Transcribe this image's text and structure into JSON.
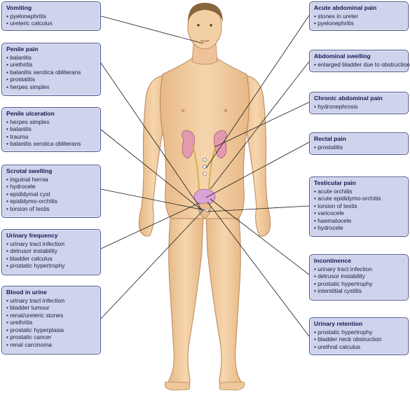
{
  "boxes": [
    {
      "title": "Vomiting",
      "items": [
        "pyelonephritis",
        "ureteric calculus"
      ]
    },
    {
      "title": "Penile pain",
      "items": [
        "balanitis",
        "urethritis",
        "balanitis xerotica obliterans",
        "prostatitis",
        "herpes simplex"
      ]
    },
    {
      "title": "Penile ulceration",
      "items": [
        "herpes simplex",
        "balanitis",
        "trauma",
        "balanitis xerotica obliterans"
      ]
    },
    {
      "title": "Scrotal swelling",
      "items": [
        "inguinal hernia",
        "hydrocele",
        "epididymal cyst",
        "epididymo-orchitis",
        "torsion of testis"
      ]
    },
    {
      "title": "Urinary frequency",
      "items": [
        "urinary tract infection",
        "detrusor instability",
        "bladder calculus",
        "prostatic hypertrophy"
      ]
    },
    {
      "title": "Blood in urine",
      "items": [
        "urinary tract infection",
        "bladder tumour",
        "renal/ureteric stones",
        "urethritis",
        "prostatic hyperplasia",
        "prostatic cancer",
        "renal carcinoma"
      ]
    },
    {
      "title": "Acute abdominal pain",
      "items": [
        "stones in ureter",
        "pyelonephritis"
      ]
    },
    {
      "title": "Abdominal swelling",
      "items": [
        "enlarged bladder due to obstruction"
      ]
    },
    {
      "title": "Chronic abdominal pain",
      "items": [
        "hydronephrosis"
      ]
    },
    {
      "title": "Rectal pain",
      "items": [
        "prostatitis"
      ]
    },
    {
      "title": "Testicular pain",
      "items": [
        "acute orchitis",
        "acute epididymo-orchitis",
        "torsion of testis",
        "varicocele",
        "haematocele",
        "hydrocele"
      ]
    },
    {
      "title": "Incontinence",
      "items": [
        "urinary tract infection",
        "detrusor instability",
        "prostatic hypertrophy",
        "interstitial cystitis"
      ]
    },
    {
      "title": "Urinary retention",
      "items": [
        "prostatic hypertrophy",
        "bladder neck obstruction",
        "urethral calculus"
      ]
    }
  ],
  "colors": {
    "box_fill": "#cfd3ec",
    "box_border": "#4a5590",
    "title_text": "#141d4e",
    "skin": "#f3cfa4",
    "kidney": "#e49aae",
    "bladder": "#d9a3d6"
  }
}
